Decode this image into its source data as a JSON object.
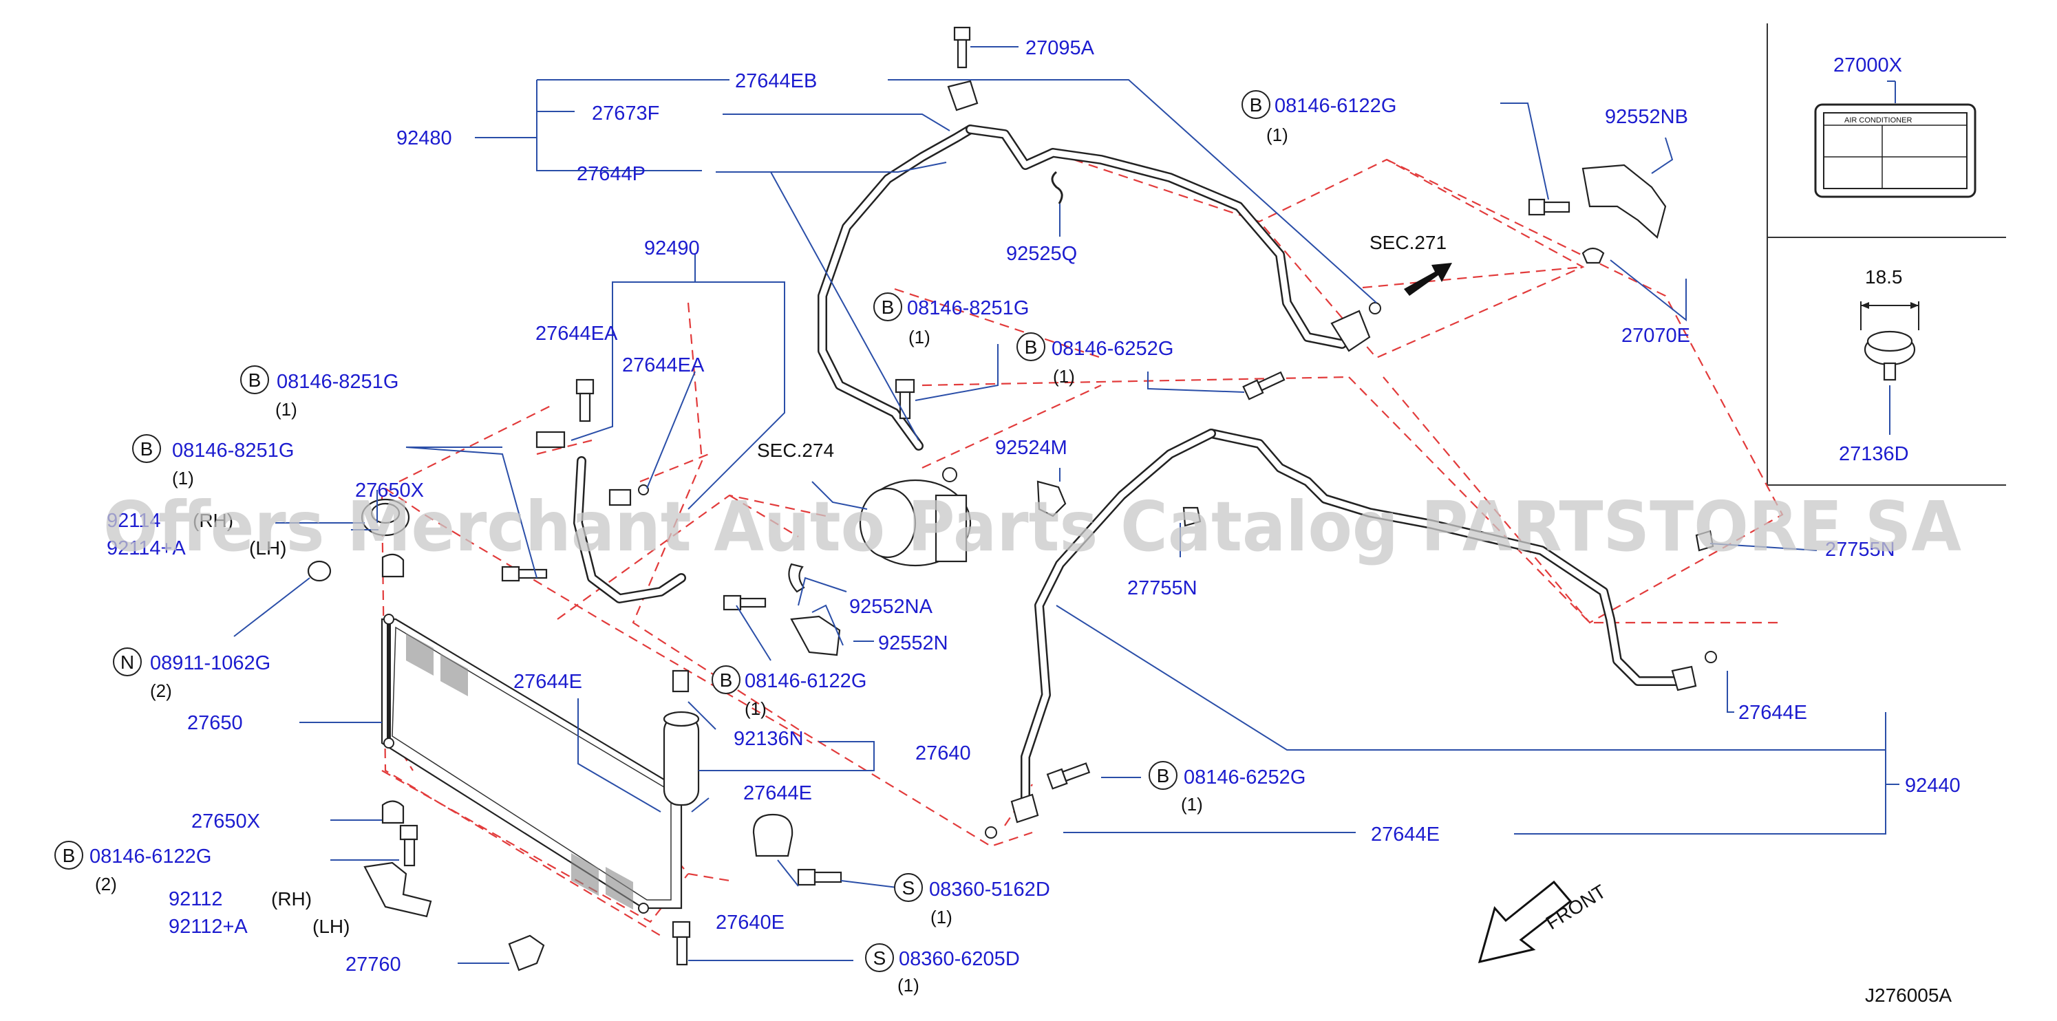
{
  "labels": {
    "p27095A": "27095A",
    "p27644EB": "27644EB",
    "p27673F": "27673F",
    "p92480": "92480",
    "p27644P": "27644P",
    "p92490": "92490",
    "p27644EA_a": "27644EA",
    "p27644EA_b": "27644EA",
    "p92525Q": "92525Q",
    "p08146_8251G_a": "08146-8251G",
    "p08146_8251G_b": "08146-8251G",
    "p08146_8251G_c": "08146-8251G",
    "p08146_6252G_a": "08146-6252G",
    "p08146_6252G_b": "08146-6252G",
    "p08146_6122G_a": "08146-6122G",
    "p08146_6122G_b": "08146-6122G",
    "p08146_6122G_c": "08146-6122G",
    "sec274": "SEC.274",
    "sec271": "SEC.271",
    "p92552NB": "92552NB",
    "p27070E": "27070E",
    "p27000X": "27000X",
    "p27136D": "27136D",
    "dim18_5": "18.5",
    "p92524M": "92524M",
    "p27755N_a": "27755N",
    "p27755N_b": "27755N",
    "p27650X_a": "27650X",
    "p27650X_b": "27650X",
    "p92114": "92114",
    "p92114A": "92114+A",
    "rh_a": "(RH)",
    "lh_a": "(LH)",
    "rh_b": "(RH)",
    "lh_b": "(LH)",
    "p08911": "08911-1062G",
    "p27650": "27650",
    "p27644E_a": "27644E",
    "p27644E_b": "27644E",
    "p27644E_c": "27644E",
    "p27644E_d": "27644E",
    "p92552NA": "92552NA",
    "p92552N": "92552N",
    "p92136N": "92136N",
    "p27640": "27640",
    "p27640E": "27640E",
    "p92440": "92440",
    "p08360_5162D": "08360-5162D",
    "p08360_6205D": "08360-6205D",
    "p92112": "92112",
    "p92112A": "92112+A",
    "p27760": "27760",
    "front": "FRONT",
    "diagram_code": "J276005A"
  },
  "markers": {
    "B": "B",
    "N": "N",
    "S": "S"
  },
  "quantities": {
    "one": "(1)",
    "two": "(2)"
  },
  "label_box": {
    "line1": "AIR    CONDITIONER"
  },
  "watermark": "Offers Merchant Auto Parts Catalog PARTSTORE SA",
  "colors": {
    "part_number": "#1c1ccf",
    "leader": "#2a4ea8",
    "dashed_guide": "#e23b3b",
    "watermark": "#c8c8c8"
  }
}
